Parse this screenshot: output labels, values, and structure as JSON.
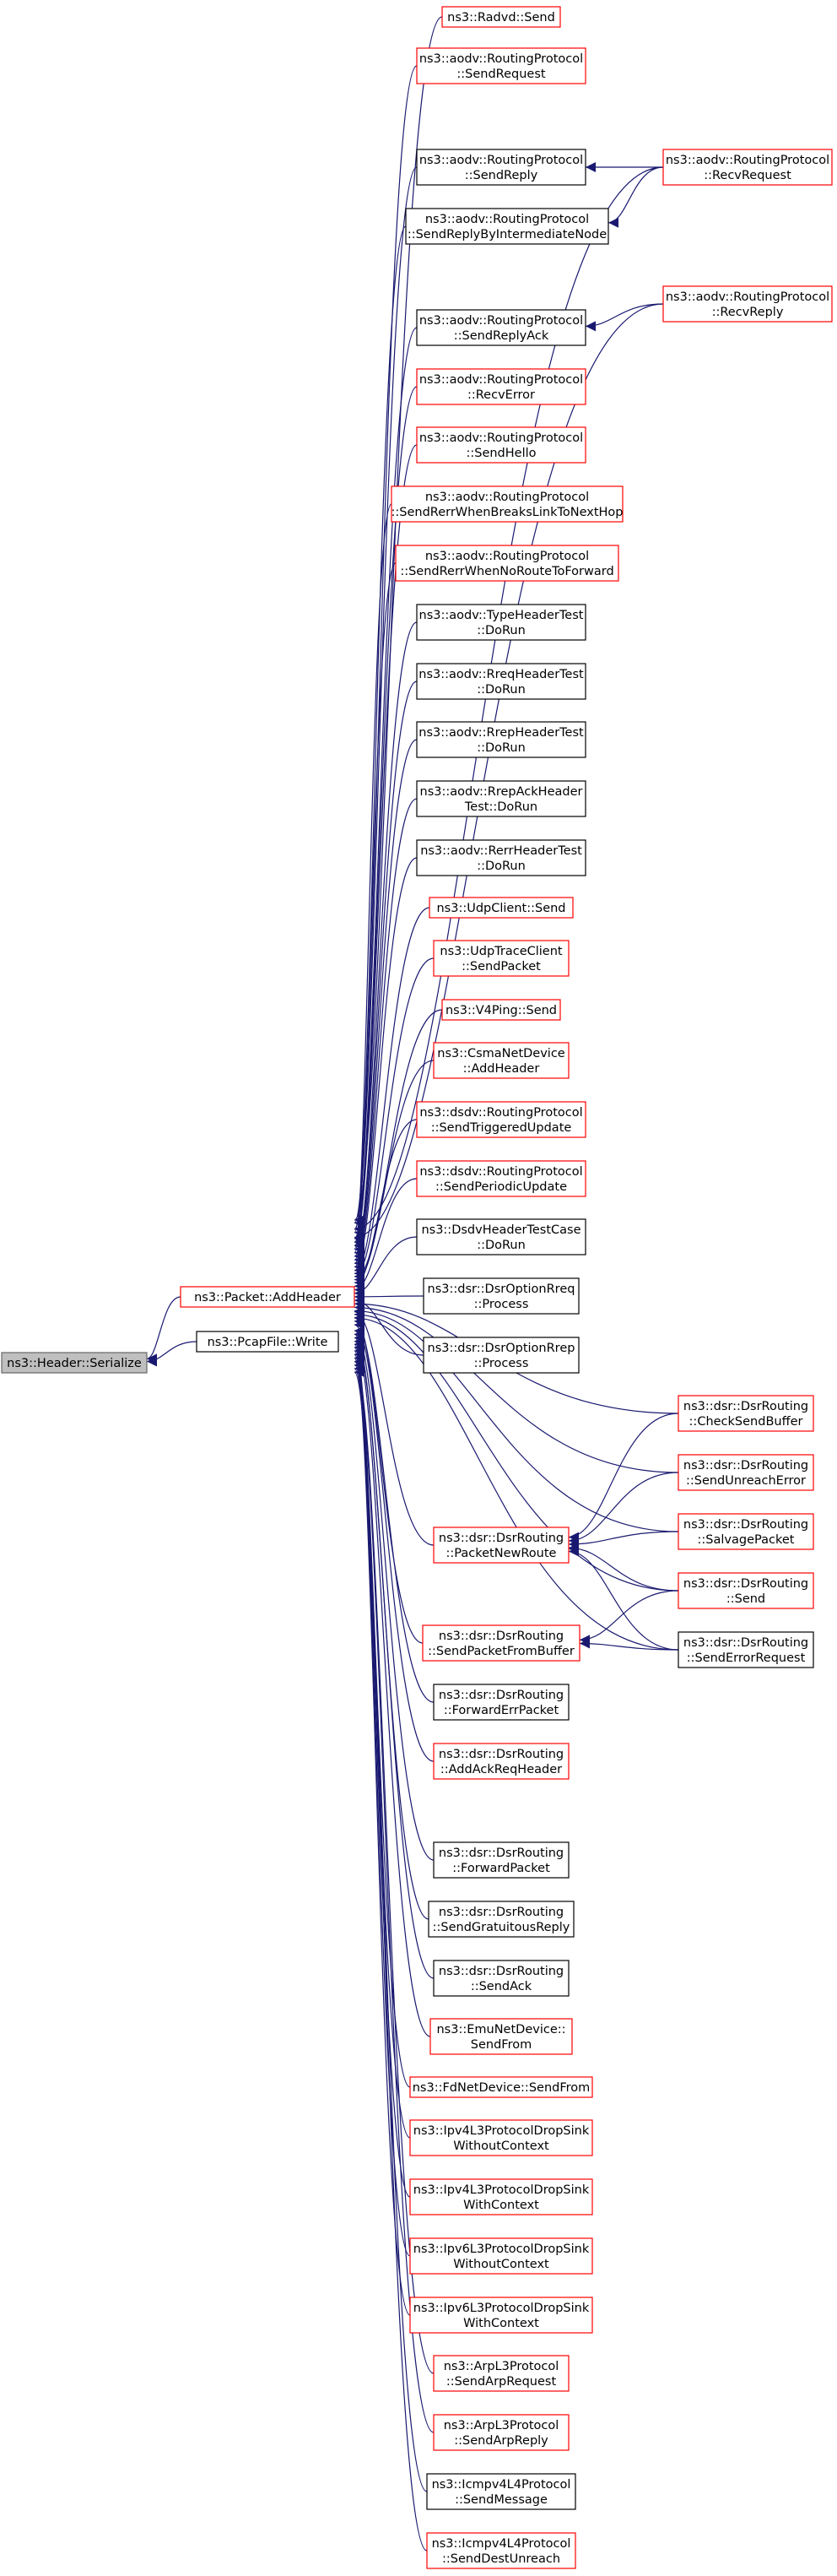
{
  "colors": {
    "edge": "#191970",
    "node_text": "#000000",
    "border_incomplete": "#ff0000",
    "border_complete": "#000000",
    "focus_fill": "#bfbfbf",
    "node_fill": "#ffffff"
  },
  "nodes": [
    {
      "id": "header_serialize",
      "lines": [
        "ns3::Header::Serialize"
      ],
      "border": "gray",
      "focus": true
    },
    {
      "id": "packet_addheader",
      "lines": [
        "ns3::Packet::AddHeader"
      ],
      "border": "red"
    },
    {
      "id": "pcapfile_write",
      "lines": [
        "ns3::PcapFile::Write"
      ],
      "border": "black"
    },
    {
      "id": "radvd_send",
      "lines": [
        "ns3::Radvd::Send"
      ],
      "border": "red"
    },
    {
      "id": "aodv_sendrequest",
      "lines": [
        "ns3::aodv::RoutingProtocol",
        "::SendRequest"
      ],
      "border": "red"
    },
    {
      "id": "aodv_sendreply",
      "lines": [
        "ns3::aodv::RoutingProtocol",
        "::SendReply"
      ],
      "border": "black"
    },
    {
      "id": "aodv_recvrequest",
      "lines": [
        "ns3::aodv::RoutingProtocol",
        "::RecvRequest"
      ],
      "border": "red"
    },
    {
      "id": "aodv_sendreplybyintermediate",
      "lines": [
        "ns3::aodv::RoutingProtocol",
        "::SendReplyByIntermediateNode"
      ],
      "border": "black"
    },
    {
      "id": "aodv_sendreplyack",
      "lines": [
        "ns3::aodv::RoutingProtocol",
        "::SendReplyAck"
      ],
      "border": "black"
    },
    {
      "id": "aodv_recvreply",
      "lines": [
        "ns3::aodv::RoutingProtocol",
        "::RecvReply"
      ],
      "border": "red"
    },
    {
      "id": "aodv_recverror",
      "lines": [
        "ns3::aodv::RoutingProtocol",
        "::RecvError"
      ],
      "border": "red"
    },
    {
      "id": "aodv_sendhello",
      "lines": [
        "ns3::aodv::RoutingProtocol",
        "::SendHello"
      ],
      "border": "red"
    },
    {
      "id": "aodv_sendrerrbreaks",
      "lines": [
        "ns3::aodv::RoutingProtocol",
        "::SendRerrWhenBreaksLinkToNextHop"
      ],
      "border": "red"
    },
    {
      "id": "aodv_sendrerrnoroute",
      "lines": [
        "ns3::aodv::RoutingProtocol",
        "::SendRerrWhenNoRouteToForward"
      ],
      "border": "red"
    },
    {
      "id": "aodv_typeheadertest",
      "lines": [
        "ns3::aodv::TypeHeaderTest",
        "::DoRun"
      ],
      "border": "black"
    },
    {
      "id": "aodv_rreqheadertest",
      "lines": [
        "ns3::aodv::RreqHeaderTest",
        "::DoRun"
      ],
      "border": "black"
    },
    {
      "id": "aodv_rrepheadertest",
      "lines": [
        "ns3::aodv::RrepHeaderTest",
        "::DoRun"
      ],
      "border": "black"
    },
    {
      "id": "aodv_rrepackheadertest",
      "lines": [
        "ns3::aodv::RrepAckHeader",
        "Test::DoRun"
      ],
      "border": "black"
    },
    {
      "id": "aodv_rerrheadertest",
      "lines": [
        "ns3::aodv::RerrHeaderTest",
        "::DoRun"
      ],
      "border": "black"
    },
    {
      "id": "udpclient_send",
      "lines": [
        "ns3::UdpClient::Send"
      ],
      "border": "red"
    },
    {
      "id": "udptraceclient_sendpacket",
      "lines": [
        "ns3::UdpTraceClient",
        "::SendPacket"
      ],
      "border": "red"
    },
    {
      "id": "v4ping_send",
      "lines": [
        "ns3::V4Ping::Send"
      ],
      "border": "red"
    },
    {
      "id": "csmanetdevice_addheader",
      "lines": [
        "ns3::CsmaNetDevice",
        "::AddHeader"
      ],
      "border": "red"
    },
    {
      "id": "dsdv_sendtriggered",
      "lines": [
        "ns3::dsdv::RoutingProtocol",
        "::SendTriggeredUpdate"
      ],
      "border": "red"
    },
    {
      "id": "dsdv_sendperiodic",
      "lines": [
        "ns3::dsdv::RoutingProtocol",
        "::SendPeriodicUpdate"
      ],
      "border": "red"
    },
    {
      "id": "dsdvheadertestcase",
      "lines": [
        "ns3::DsdvHeaderTestCase",
        "::DoRun"
      ],
      "border": "black"
    },
    {
      "id": "dsroptionrreq_process",
      "lines": [
        "ns3::dsr::DsrOptionRreq",
        "::Process"
      ],
      "border": "black"
    },
    {
      "id": "dsroptionrrep_process",
      "lines": [
        "ns3::dsr::DsrOptionRrep",
        "::Process"
      ],
      "border": "black"
    },
    {
      "id": "dsr_checksendbuffer",
      "lines": [
        "ns3::dsr::DsrRouting",
        "::CheckSendBuffer"
      ],
      "border": "red"
    },
    {
      "id": "dsr_sendunreacherror",
      "lines": [
        "ns3::dsr::DsrRouting",
        "::SendUnreachError"
      ],
      "border": "red"
    },
    {
      "id": "dsr_packetnewroute",
      "lines": [
        "ns3::dsr::DsrRouting",
        "::PacketNewRoute"
      ],
      "border": "red"
    },
    {
      "id": "dsr_salvagepacket",
      "lines": [
        "ns3::dsr::DsrRouting",
        "::SalvagePacket"
      ],
      "border": "red"
    },
    {
      "id": "dsr_send",
      "lines": [
        "ns3::dsr::DsrRouting",
        "::Send"
      ],
      "border": "red"
    },
    {
      "id": "dsr_sendpacketfrombuffer",
      "lines": [
        "ns3::dsr::DsrRouting",
        "::SendPacketFromBuffer"
      ],
      "border": "red"
    },
    {
      "id": "dsr_senderrorrequest",
      "lines": [
        "ns3::dsr::DsrRouting",
        "::SendErrorRequest"
      ],
      "border": "black"
    },
    {
      "id": "dsr_forwarderrpacket",
      "lines": [
        "ns3::dsr::DsrRouting",
        "::ForwardErrPacket"
      ],
      "border": "black"
    },
    {
      "id": "dsr_addackreqheader",
      "lines": [
        "ns3::dsr::DsrRouting",
        "::AddAckReqHeader"
      ],
      "border": "red"
    },
    {
      "id": "dsr_forwardpacket",
      "lines": [
        "ns3::dsr::DsrRouting",
        "::ForwardPacket"
      ],
      "border": "black"
    },
    {
      "id": "dsr_sendgratuitousreply",
      "lines": [
        "ns3::dsr::DsrRouting",
        "::SendGratuitousReply"
      ],
      "border": "black"
    },
    {
      "id": "dsr_sendack",
      "lines": [
        "ns3::dsr::DsrRouting",
        "::SendAck"
      ],
      "border": "black"
    },
    {
      "id": "emunetdevice_sendfrom",
      "lines": [
        "ns3::EmuNetDevice::",
        "SendFrom"
      ],
      "border": "red"
    },
    {
      "id": "fdnetdevice_sendfrom",
      "lines": [
        "ns3::FdNetDevice::SendFrom"
      ],
      "border": "red"
    },
    {
      "id": "ipv4l3_dropsink_without",
      "lines": [
        "ns3::Ipv4L3ProtocolDropSink",
        "WithoutContext"
      ],
      "border": "red"
    },
    {
      "id": "ipv4l3_dropsink_with",
      "lines": [
        "ns3::Ipv4L3ProtocolDropSink",
        "WithContext"
      ],
      "border": "red"
    },
    {
      "id": "ipv6l3_dropsink_without",
      "lines": [
        "ns3::Ipv6L3ProtocolDropSink",
        "WithoutContext"
      ],
      "border": "red"
    },
    {
      "id": "ipv6l3_dropsink_with",
      "lines": [
        "ns3::Ipv6L3ProtocolDropSink",
        "WithContext"
      ],
      "border": "red"
    },
    {
      "id": "arpl3_sendarprequest",
      "lines": [
        "ns3::ArpL3Protocol",
        "::SendArpRequest"
      ],
      "border": "red"
    },
    {
      "id": "arpl3_sendarpreply",
      "lines": [
        "ns3::ArpL3Protocol",
        "::SendArpReply"
      ],
      "border": "red"
    },
    {
      "id": "icmpv4l4_sendmessage",
      "lines": [
        "ns3::Icmpv4L4Protocol",
        "::SendMessage"
      ],
      "border": "black"
    },
    {
      "id": "icmpv4l4_senddestunreach",
      "lines": [
        "ns3::Icmpv4L4Protocol",
        "::SendDestUnreach"
      ],
      "border": "red"
    }
  ],
  "edges": [
    {
      "from": "packet_addheader",
      "to": "header_serialize"
    },
    {
      "from": "pcapfile_write",
      "to": "header_serialize"
    },
    {
      "from": "radvd_send",
      "to": "packet_addheader"
    },
    {
      "from": "aodv_sendrequest",
      "to": "packet_addheader"
    },
    {
      "from": "aodv_recvrequest",
      "to": "packet_addheader"
    },
    {
      "from": "aodv_sendreply",
      "to": "packet_addheader"
    },
    {
      "from": "aodv_recvrequest",
      "to": "aodv_sendreply"
    },
    {
      "from": "aodv_sendreplybyintermediate",
      "to": "packet_addheader"
    },
    {
      "from": "aodv_recvrequest",
      "to": "aodv_sendreplybyintermediate"
    },
    {
      "from": "aodv_recvreply",
      "to": "packet_addheader"
    },
    {
      "from": "aodv_sendreplyack",
      "to": "packet_addheader"
    },
    {
      "from": "aodv_recvreply",
      "to": "aodv_sendreplyack"
    },
    {
      "from": "aodv_recverror",
      "to": "packet_addheader"
    },
    {
      "from": "aodv_sendhello",
      "to": "packet_addheader"
    },
    {
      "from": "aodv_sendrerrbreaks",
      "to": "packet_addheader"
    },
    {
      "from": "aodv_sendrerrnoroute",
      "to": "packet_addheader"
    },
    {
      "from": "aodv_typeheadertest",
      "to": "packet_addheader"
    },
    {
      "from": "aodv_rreqheadertest",
      "to": "packet_addheader"
    },
    {
      "from": "aodv_rrepheadertest",
      "to": "packet_addheader"
    },
    {
      "from": "aodv_rrepackheadertest",
      "to": "packet_addheader"
    },
    {
      "from": "aodv_rerrheadertest",
      "to": "packet_addheader"
    },
    {
      "from": "udpclient_send",
      "to": "packet_addheader"
    },
    {
      "from": "udptraceclient_sendpacket",
      "to": "packet_addheader"
    },
    {
      "from": "v4ping_send",
      "to": "packet_addheader"
    },
    {
      "from": "csmanetdevice_addheader",
      "to": "packet_addheader"
    },
    {
      "from": "dsdv_sendtriggered",
      "to": "packet_addheader"
    },
    {
      "from": "dsdv_sendperiodic",
      "to": "packet_addheader"
    },
    {
      "from": "dsdvheadertestcase",
      "to": "packet_addheader"
    },
    {
      "from": "dsroptionrreq_process",
      "to": "packet_addheader"
    },
    {
      "from": "dsroptionrrep_process",
      "to": "packet_addheader"
    },
    {
      "from": "dsr_checksendbuffer",
      "to": "packet_addheader"
    },
    {
      "from": "dsr_sendunreacherror",
      "to": "packet_addheader"
    },
    {
      "from": "dsr_salvagepacket",
      "to": "packet_addheader"
    },
    {
      "from": "dsr_send",
      "to": "packet_addheader"
    },
    {
      "from": "dsr_senderrorrequest",
      "to": "packet_addheader"
    },
    {
      "from": "dsr_packetnewroute",
      "to": "packet_addheader"
    },
    {
      "from": "dsr_checksendbuffer",
      "to": "dsr_packetnewroute"
    },
    {
      "from": "dsr_sendunreacherror",
      "to": "dsr_packetnewroute"
    },
    {
      "from": "dsr_salvagepacket",
      "to": "dsr_packetnewroute"
    },
    {
      "from": "dsr_send",
      "to": "dsr_packetnewroute"
    },
    {
      "from": "dsr_senderrorrequest",
      "to": "dsr_packetnewroute"
    },
    {
      "from": "dsr_sendpacketfrombuffer",
      "to": "packet_addheader"
    },
    {
      "from": "dsr_send",
      "to": "dsr_sendpacketfrombuffer"
    },
    {
      "from": "dsr_senderrorrequest",
      "to": "dsr_sendpacketfrombuffer"
    },
    {
      "from": "dsr_forwarderrpacket",
      "to": "packet_addheader"
    },
    {
      "from": "dsr_addackreqheader",
      "to": "packet_addheader"
    },
    {
      "from": "dsr_forwardpacket",
      "to": "packet_addheader"
    },
    {
      "from": "dsr_sendgratuitousreply",
      "to": "packet_addheader"
    },
    {
      "from": "dsr_sendack",
      "to": "packet_addheader"
    },
    {
      "from": "emunetdevice_sendfrom",
      "to": "packet_addheader"
    },
    {
      "from": "fdnetdevice_sendfrom",
      "to": "packet_addheader"
    },
    {
      "from": "ipv4l3_dropsink_without",
      "to": "packet_addheader"
    },
    {
      "from": "ipv4l3_dropsink_with",
      "to": "packet_addheader"
    },
    {
      "from": "ipv6l3_dropsink_without",
      "to": "packet_addheader"
    },
    {
      "from": "ipv6l3_dropsink_with",
      "to": "packet_addheader"
    },
    {
      "from": "arpl3_sendarprequest",
      "to": "packet_addheader"
    },
    {
      "from": "arpl3_sendarpreply",
      "to": "packet_addheader"
    },
    {
      "from": "icmpv4l4_sendmessage",
      "to": "packet_addheader"
    },
    {
      "from": "icmpv4l4_senddestunreach",
      "to": "packet_addheader"
    }
  ]
}
